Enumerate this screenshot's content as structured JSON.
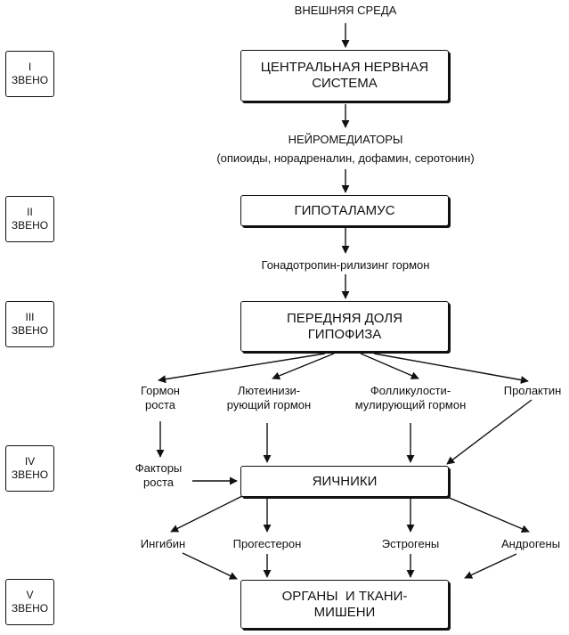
{
  "external": "ВНЕШНЯЯ СРЕДА",
  "levels": [
    {
      "num": "I",
      "label": "ЗВЕНО"
    },
    {
      "num": "II",
      "label": "ЗВЕНО"
    },
    {
      "num": "III",
      "label": "ЗВЕНО"
    },
    {
      "num": "IV",
      "label": "ЗВЕНО"
    },
    {
      "num": "V",
      "label": "ЗВЕНО"
    }
  ],
  "boxes": {
    "cns": [
      "ЦЕНТРАЛЬНАЯ НЕРВНАЯ",
      "СИСТЕМА"
    ],
    "hypothalamus": "ГИПОТАЛАМУС",
    "pituitary": [
      "ПЕРЕДНЯЯ ДОЛЯ",
      "ГИПОФИЗА"
    ],
    "ovaries": "ЯИЧНИКИ",
    "targets": [
      "ОРГАНЫ  И ТКАНИ-",
      "МИШЕНИ"
    ]
  },
  "neuro": {
    "title": "НЕЙРОМЕДИАТОРЫ",
    "detail": "(опиоиды, норадреналин, дофамин, серотонин)"
  },
  "gnrh": "Гонадотропин-рилизинг гормон",
  "pituitary_hormones": [
    [
      "Гормон",
      "роста"
    ],
    [
      "Лютеинизи-",
      "рующий гормон"
    ],
    [
      "Фолликулости-",
      "мулирующий гормон"
    ],
    [
      "Пролактин"
    ]
  ],
  "growth_factors": [
    "Факторы",
    "роста"
  ],
  "ovary_hormones": [
    "Ингибин",
    "Прогестерон",
    "Эстрогены",
    "Андрогены"
  ]
}
